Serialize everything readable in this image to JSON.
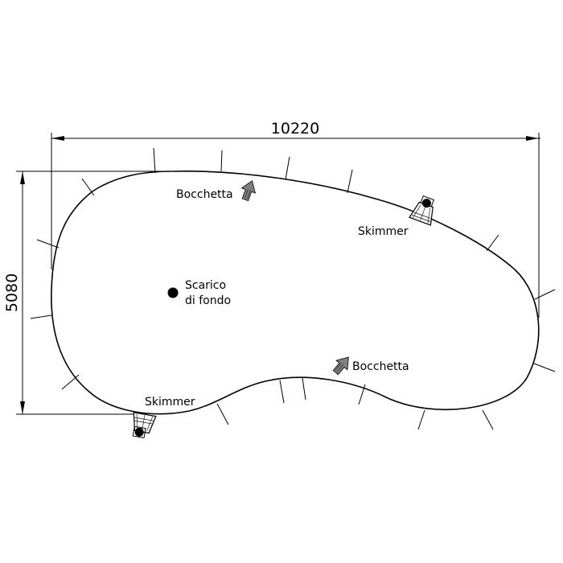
{
  "dimensions": {
    "length": "10220",
    "width": "5080"
  },
  "labels": {
    "nozzle_top": "Bocchetta",
    "nozzle_bottom": "Bocchetta",
    "skimmer_top": "Skimmer",
    "skimmer_bottom": "Skimmer",
    "drain_line1": "Scarico",
    "drain_line2": "di fondo"
  },
  "colors": {
    "line": "#000000",
    "arrow_fill": "#808080",
    "background": "#ffffff"
  },
  "icons": {
    "drain": "filled-circle",
    "nozzle": "arrow-icon",
    "skimmer": "skimmer-basket-icon"
  }
}
